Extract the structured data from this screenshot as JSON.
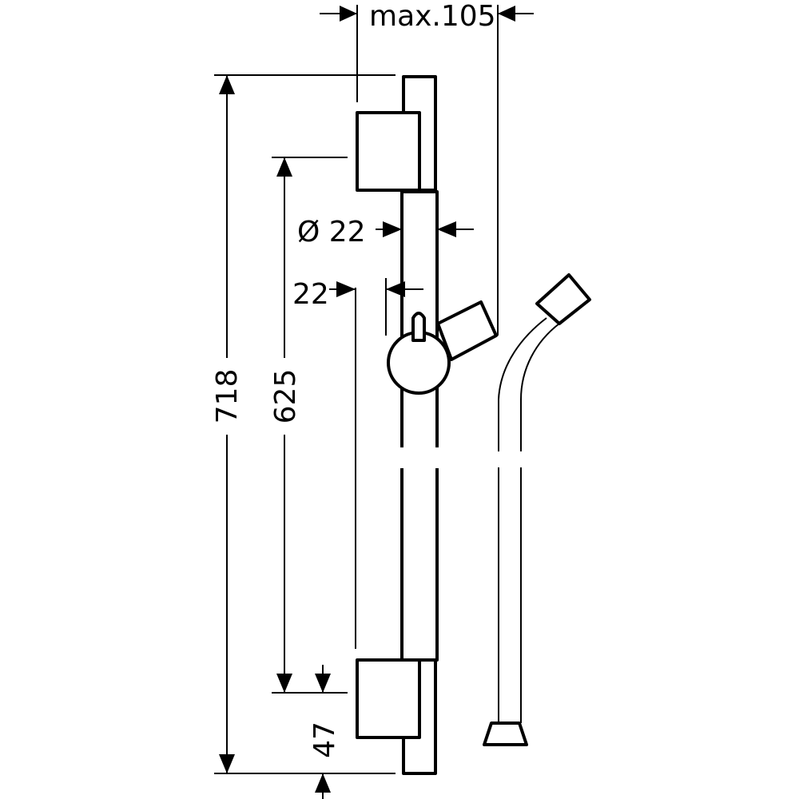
{
  "dimensions": {
    "overall_projection": "max.105",
    "bar_diameter": "Ø 22",
    "bar_wall_offset": "22",
    "overall_height": "718",
    "bracket_spacing": "625",
    "lower_bracket_height": "47"
  }
}
